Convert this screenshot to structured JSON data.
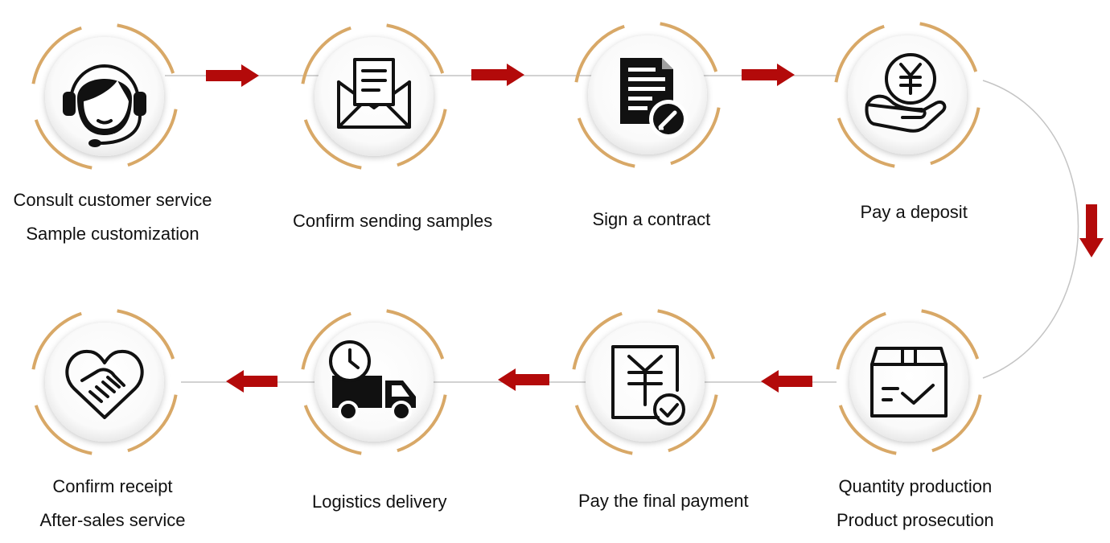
{
  "colors": {
    "arrow": "#b30a0a",
    "ring": "#d8a867",
    "connector": "#c4c4c4",
    "icon": "#111111",
    "text": "#111111"
  },
  "steps": [
    {
      "icon": "headset-icon",
      "lines": [
        "Consult customer service",
        "Sample customization"
      ]
    },
    {
      "icon": "envelope-icon",
      "lines": [
        "Confirm sending samples"
      ]
    },
    {
      "icon": "contract-icon",
      "lines": [
        "Sign a contract"
      ]
    },
    {
      "icon": "yuan-hand-icon",
      "lines": [
        "Pay a deposit"
      ]
    },
    {
      "icon": "box-check-icon",
      "lines": [
        "Quantity production",
        "Product prosecution"
      ]
    },
    {
      "icon": "yuan-bill-check-icon",
      "lines": [
        "Pay the final payment"
      ]
    },
    {
      "icon": "truck-clock-icon",
      "lines": [
        "Logistics delivery"
      ]
    },
    {
      "icon": "handshake-heart-icon",
      "lines": [
        "Confirm receipt",
        "After-sales service"
      ]
    }
  ]
}
